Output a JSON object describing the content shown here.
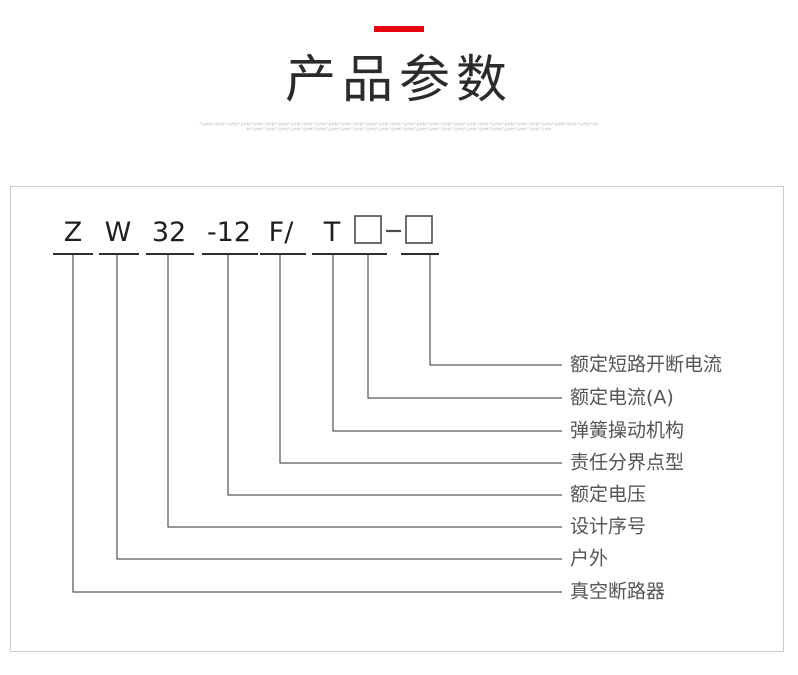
{
  "header": {
    "accent_color": "#e3000f",
    "title": "产品参数",
    "micro_text": "产品参数产品参数产品参数产品参数产品参数产品参数产品参数产品参数产品参数产品参数产品参数产品参数产品参数产品参数产品参数产品参数产品参数产品参数产品参数产品参数产品参数产品参数产品参数产品参数产品参数产品参数产品参数产品参数产品参数产品参数产品参数产品参数产品参数产品参数产品参数产品参数产品参数产品参数产品参数产品参数产品参数产品参数产品参数产品参数产品参数产品参数产品参数产品参数产品参数产品参数产品参数产品参数产品参数产品参数产品参数产品参数"
  },
  "model_diagram": {
    "full_model_code": "ZW32-12F/T□-□",
    "segments": [
      {
        "id": "seg-z",
        "text": "Z",
        "is_placeholder_box": false
      },
      {
        "id": "seg-w",
        "text": "W",
        "is_placeholder_box": false
      },
      {
        "id": "seg-32",
        "text": "32",
        "is_placeholder_box": false
      },
      {
        "id": "seg-12",
        "text": "-12",
        "is_placeholder_box": false
      },
      {
        "id": "seg-f",
        "text": "F/",
        "is_placeholder_box": false
      },
      {
        "id": "seg-t",
        "text": "T",
        "is_placeholder_box": false
      },
      {
        "id": "seg-box1",
        "text": "",
        "is_placeholder_box": true
      },
      {
        "id": "seg-box2",
        "text": "",
        "is_placeholder_box": true
      }
    ],
    "separator_dash": "-",
    "labels": [
      {
        "id": "label-breaking-current",
        "text": "额定短路开断电流",
        "segment_id": "seg-box2"
      },
      {
        "id": "label-rated-current",
        "text": "额定电流(A)",
        "segment_id": "seg-box1"
      },
      {
        "id": "label-spring-mechanism",
        "text": "弹簧操动机构",
        "segment_id": "seg-t"
      },
      {
        "id": "label-demarcation-type",
        "text": "责任分界点型",
        "segment_id": "seg-f"
      },
      {
        "id": "label-rated-voltage",
        "text": "额定电压",
        "segment_id": "seg-12"
      },
      {
        "id": "label-design-serial",
        "text": "设计序号",
        "segment_id": "seg-32"
      },
      {
        "id": "label-outdoor",
        "text": "户外",
        "segment_id": "seg-w"
      },
      {
        "id": "label-vacuum-breaker",
        "text": "真空断路器",
        "segment_id": "seg-z"
      }
    ]
  }
}
